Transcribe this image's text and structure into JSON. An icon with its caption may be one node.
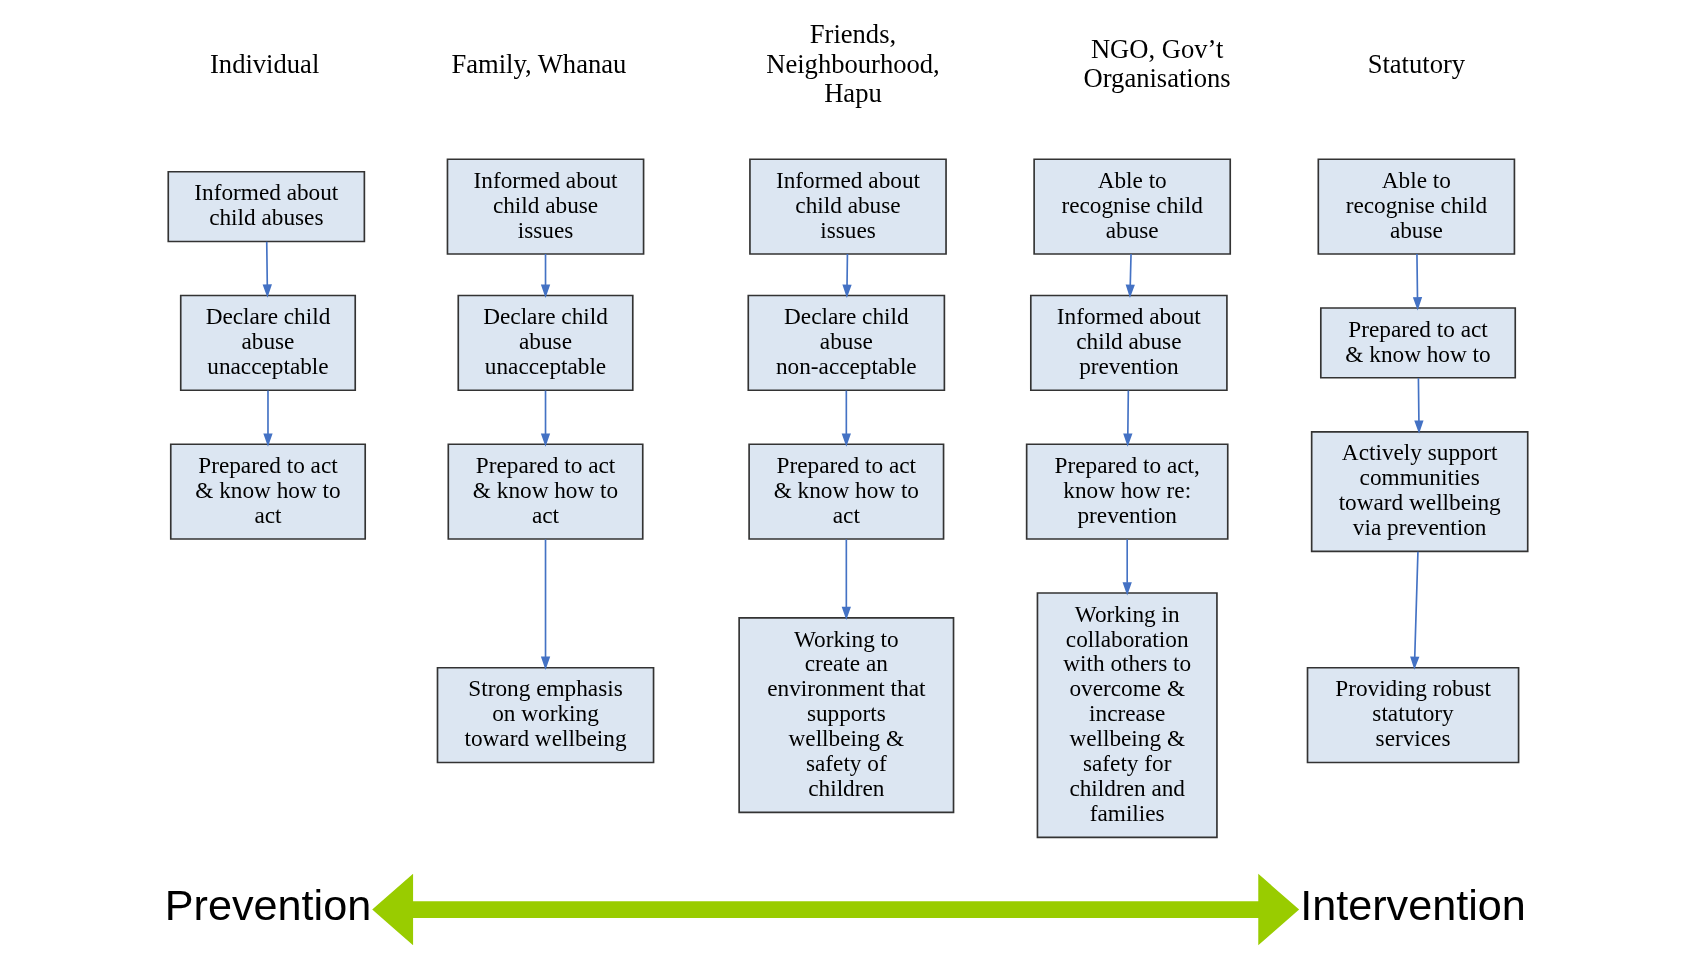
{
  "diagram": {
    "nodes": [
      {
        "text": [
          "Informed about child abuses"
        ]
      },
      {
        "text": [
          "Declare child abuse unacceptable"
        ]
      },
      {
        "text": [
          "Prepared to act & know how to act"
        ]
      },
      {
        "text": [
          "Informed about child abuse issues"
        ]
      },
      {
        "text": [
          "Declare child abuse unacceptable"
        ]
      },
      {
        "text": [
          "Prepared to act & know how to act"
        ]
      },
      {
        "text": [
          "Strong emphasis on working toward wellbeing"
        ]
      },
      {
        "text": [
          "Informed about child abuse issues"
        ]
      },
      {
        "text": [
          "Declare child abuse non-acceptable"
        ]
      },
      {
        "text": [
          "Prepared to act & know how to act"
        ]
      },
      {
        "text": [
          "Working to create an environment that supports wellbeing & safety of children"
        ]
      },
      {
        "text": [
          "Able to recognise child abuse"
        ]
      },
      {
        "text": [
          "Informed about child abuse prevention"
        ]
      },
      {
        "text": [
          "Prepared to act, know how re: prevention"
        ]
      },
      {
        "text": [
          "Working in collaboration with others to overcome & increase wellbeing & safety for children and families"
        ]
      },
      {
        "text": [
          "Able to recognise child abuse"
        ]
      },
      {
        "text": [
          "Prepared to act & know how to"
        ]
      },
      {
        "text": [
          "Actively support communities toward wellbeing via prevention"
        ]
      },
      {
        "text": [
          "Providing robust statutory services"
        ]
      },
      {
        "text": [
          "Prevention"
        ]
      },
      {
        "text": [
          "Intervention"
        ]
      }
    ],
    "edges": [
      {
        "from": 0,
        "to": 1,
        "arrow": "to"
      },
      {
        "from": 1,
        "to": 2,
        "arrow": "to"
      },
      {
        "from": 3,
        "to": 4,
        "arrow": "to"
      },
      {
        "from": 4,
        "to": 5,
        "arrow": "to"
      },
      {
        "from": 5,
        "to": 6,
        "arrow": "to"
      },
      {
        "from": 7,
        "to": 8,
        "arrow": "to"
      },
      {
        "from": 8,
        "to": 9,
        "arrow": "to"
      },
      {
        "from": 9,
        "to": 10,
        "arrow": "to"
      },
      {
        "from": 11,
        "to": 12,
        "arrow": "to"
      },
      {
        "from": 12,
        "to": 13,
        "arrow": "to"
      },
      {
        "from": 13,
        "to": 14,
        "arrow": "to"
      },
      {
        "from": 15,
        "to": 16,
        "arrow": "to"
      },
      {
        "from": 16,
        "to": 17,
        "arrow": "to"
      },
      {
        "from": 17,
        "to": 18,
        "arrow": "to"
      },
      {
        "from": 19,
        "to": 20,
        "arrow": "both",
        "style": "thick",
        "color": "#99cc00"
      }
    ],
    "labels": [
      "Individual",
      "Family, Whanau",
      "Friends, Neighbourhood, Hapu",
      "NGO, Gov’t Organisations",
      "Statutory"
    ]
  }
}
